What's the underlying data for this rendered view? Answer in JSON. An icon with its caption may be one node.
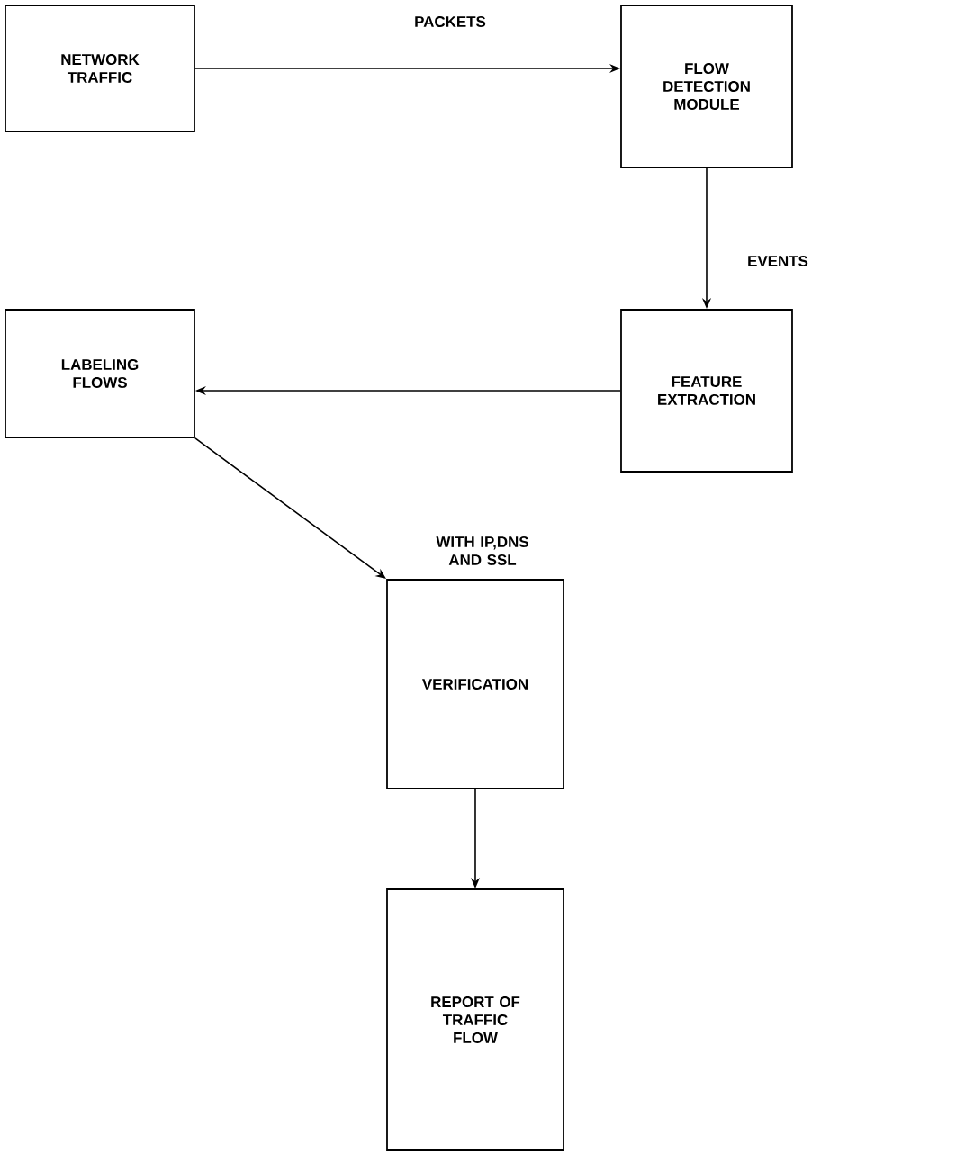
{
  "diagram": {
    "nodes": [
      {
        "text": [
          "NETWORK TRAFFIC"
        ]
      },
      {
        "text": [
          "FLOW DETECTION MODULE"
        ]
      },
      {
        "text": [
          "LABELING FLOWS"
        ]
      },
      {
        "text": [
          "FEATURE EXTRACTION"
        ]
      },
      {
        "text": [
          "VERIFICATION"
        ]
      },
      {
        "text": [
          "REPORT OF TRAFFIC FLOW"
        ]
      }
    ],
    "edges": [
      {
        "from": 0,
        "to": 1,
        "arrow": "to",
        "label": "PACKETS"
      },
      {
        "from": 1,
        "to": 3,
        "arrow": "to",
        "label": "EVENTS"
      },
      {
        "from": 3,
        "to": 2,
        "arrow": "to"
      },
      {
        "from": 2,
        "to": 4,
        "arrow": "to",
        "label": "WITH IP,DNS AND SSL"
      },
      {
        "from": 4,
        "to": 5,
        "arrow": "to"
      }
    ]
  }
}
